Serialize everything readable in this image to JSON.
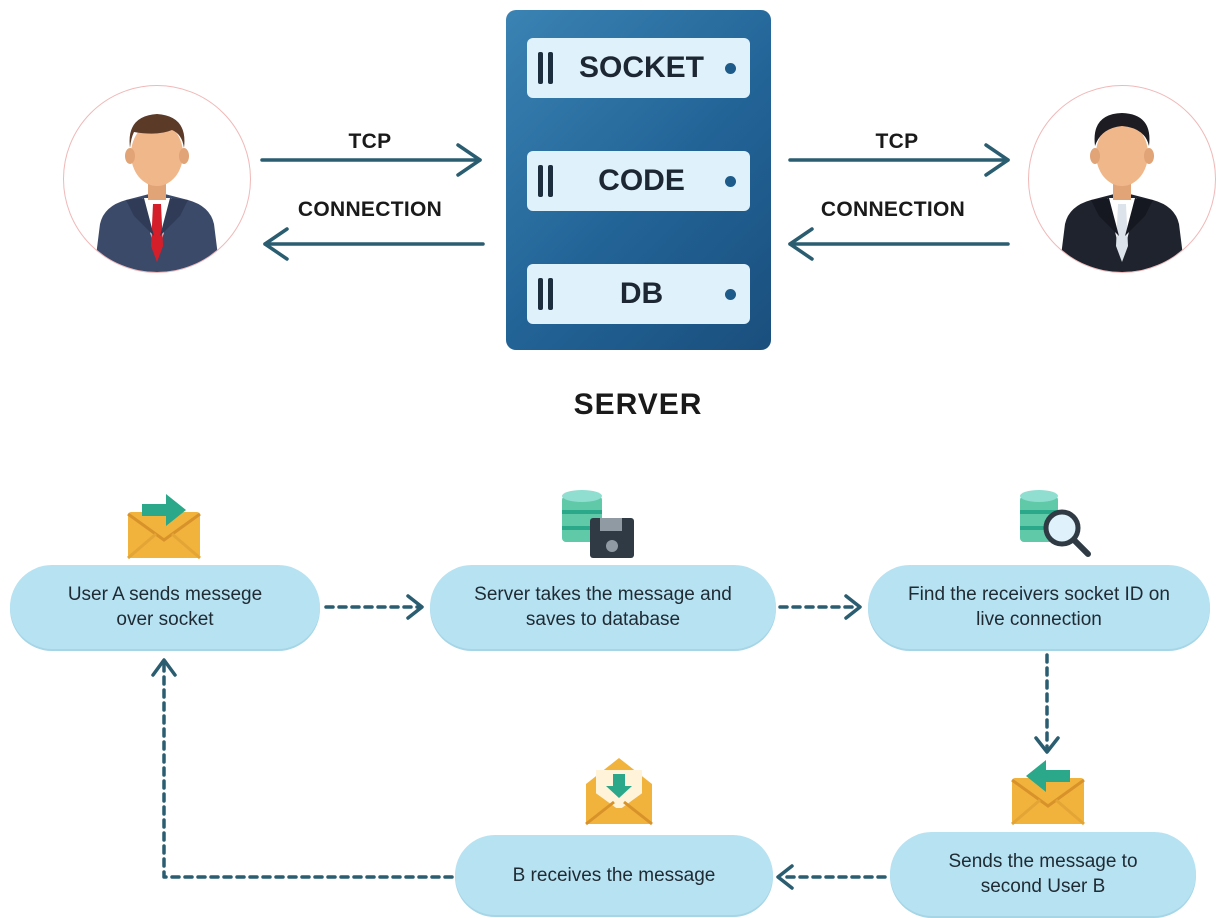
{
  "top": {
    "left_label_top": "TCP",
    "left_label_bottom": "CONNECTION",
    "right_label_top": "TCP",
    "right_label_bottom": "CONNECTION",
    "server_title": "SERVER",
    "server_slots": [
      "SOCKET",
      "CODE",
      "DB"
    ]
  },
  "flow": {
    "step1": "User A sends messege over socket",
    "step2": "Server takes the message and saves to database",
    "step3": "Find the receivers socket ID on live connection",
    "step4": "Sends the message to second User B",
    "step5": "B receives the message"
  },
  "icons": {
    "user_a": "user-avatar-red-tie-icon",
    "user_b": "user-avatar-white-tie-icon",
    "send": "envelope-send-icon",
    "save": "database-save-icon",
    "find": "database-search-icon",
    "receive_b": "envelope-receive-icon",
    "inbox": "envelope-download-icon"
  },
  "colors": {
    "server": "#226396",
    "slot": "#dff1fa",
    "pill": "#b6e2f2",
    "arrow": "#2a5d70",
    "envelope": "#f2b33c",
    "teal": "#2aa889"
  }
}
